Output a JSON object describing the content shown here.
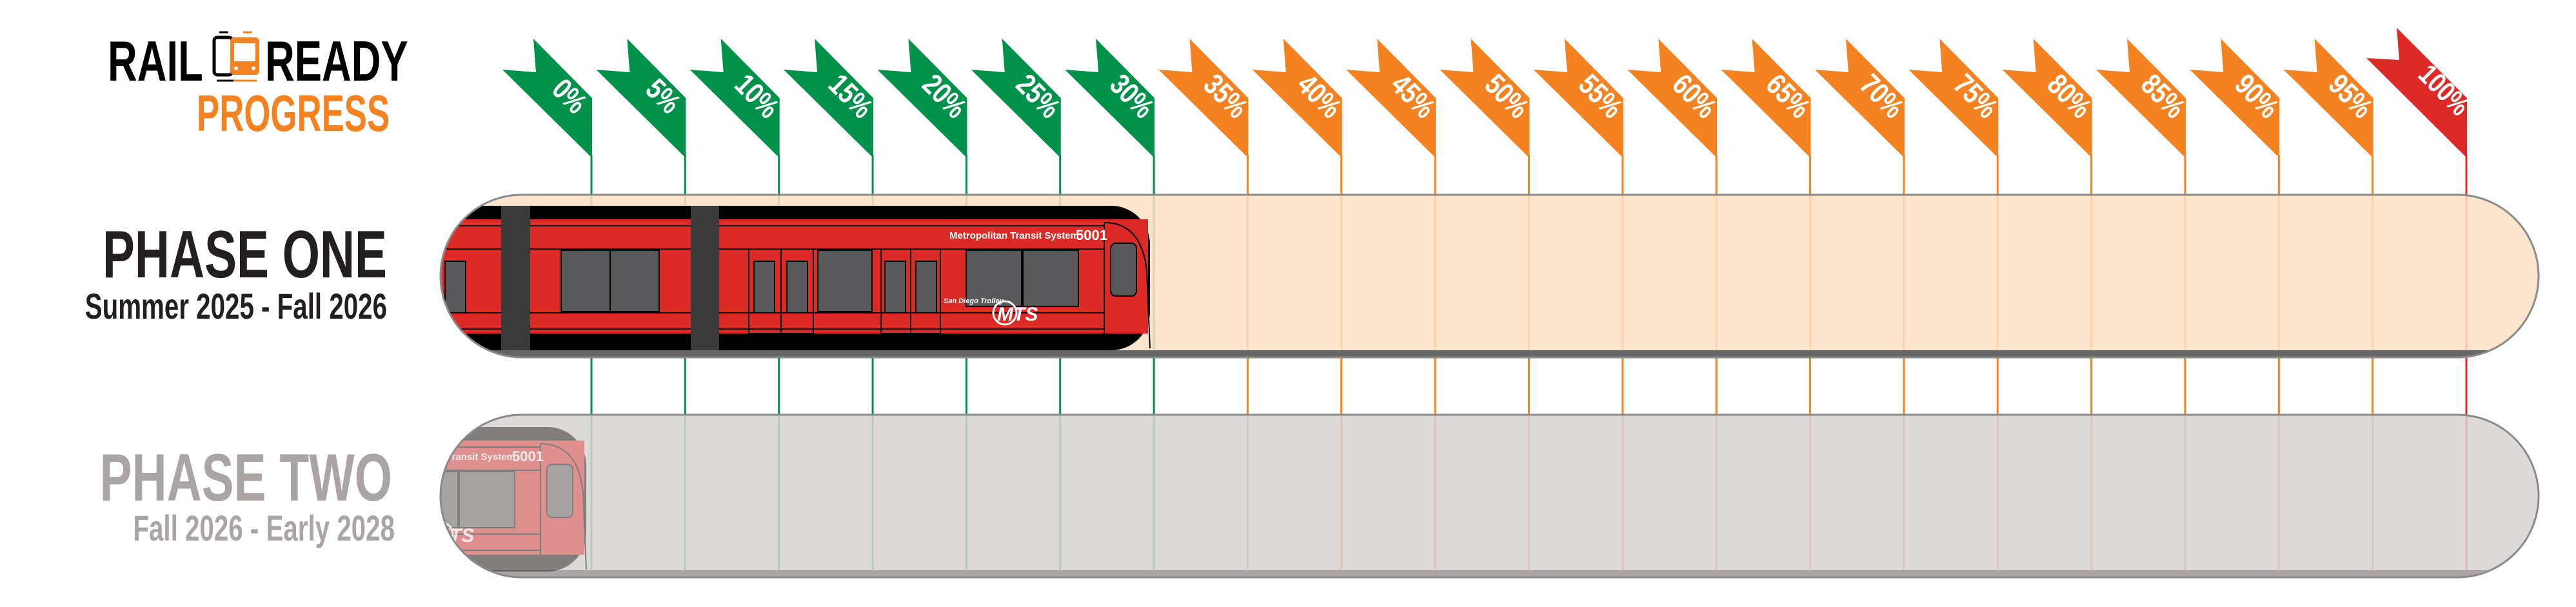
{
  "logo": {
    "word1": "RAIL",
    "word2": "READY",
    "subtitle": "PROGRESS",
    "icon": "two-trolleys-icon"
  },
  "colors": {
    "done": "#00924a",
    "pending": "#f58220",
    "final": "#de2a26",
    "phase_one_track": "#fde0c4",
    "phase_two_track": "#d8d2d2",
    "train_red": "#de2a26"
  },
  "milestones": [
    "0%",
    "5%",
    "10%",
    "15%",
    "20%",
    "25%",
    "30%",
    "35%",
    "40%",
    "45%",
    "50%",
    "55%",
    "60%",
    "65%",
    "70%",
    "75%",
    "80%",
    "85%",
    "90%",
    "95%",
    "100%"
  ],
  "milestones_completed_through": "30%",
  "phases": [
    {
      "title": "PHASE ONE",
      "dates": "Summer 2025 - Fall 2026",
      "progress_percent": 30,
      "active": true
    },
    {
      "title": "PHASE TWO",
      "dates": "Fall 2026 - Early 2028",
      "progress_percent": 0,
      "active": false
    }
  ],
  "train": {
    "operator": "Metropolitan Transit System",
    "car_number": "5001",
    "line": "San Diego Trolley",
    "brand": "MTS"
  }
}
